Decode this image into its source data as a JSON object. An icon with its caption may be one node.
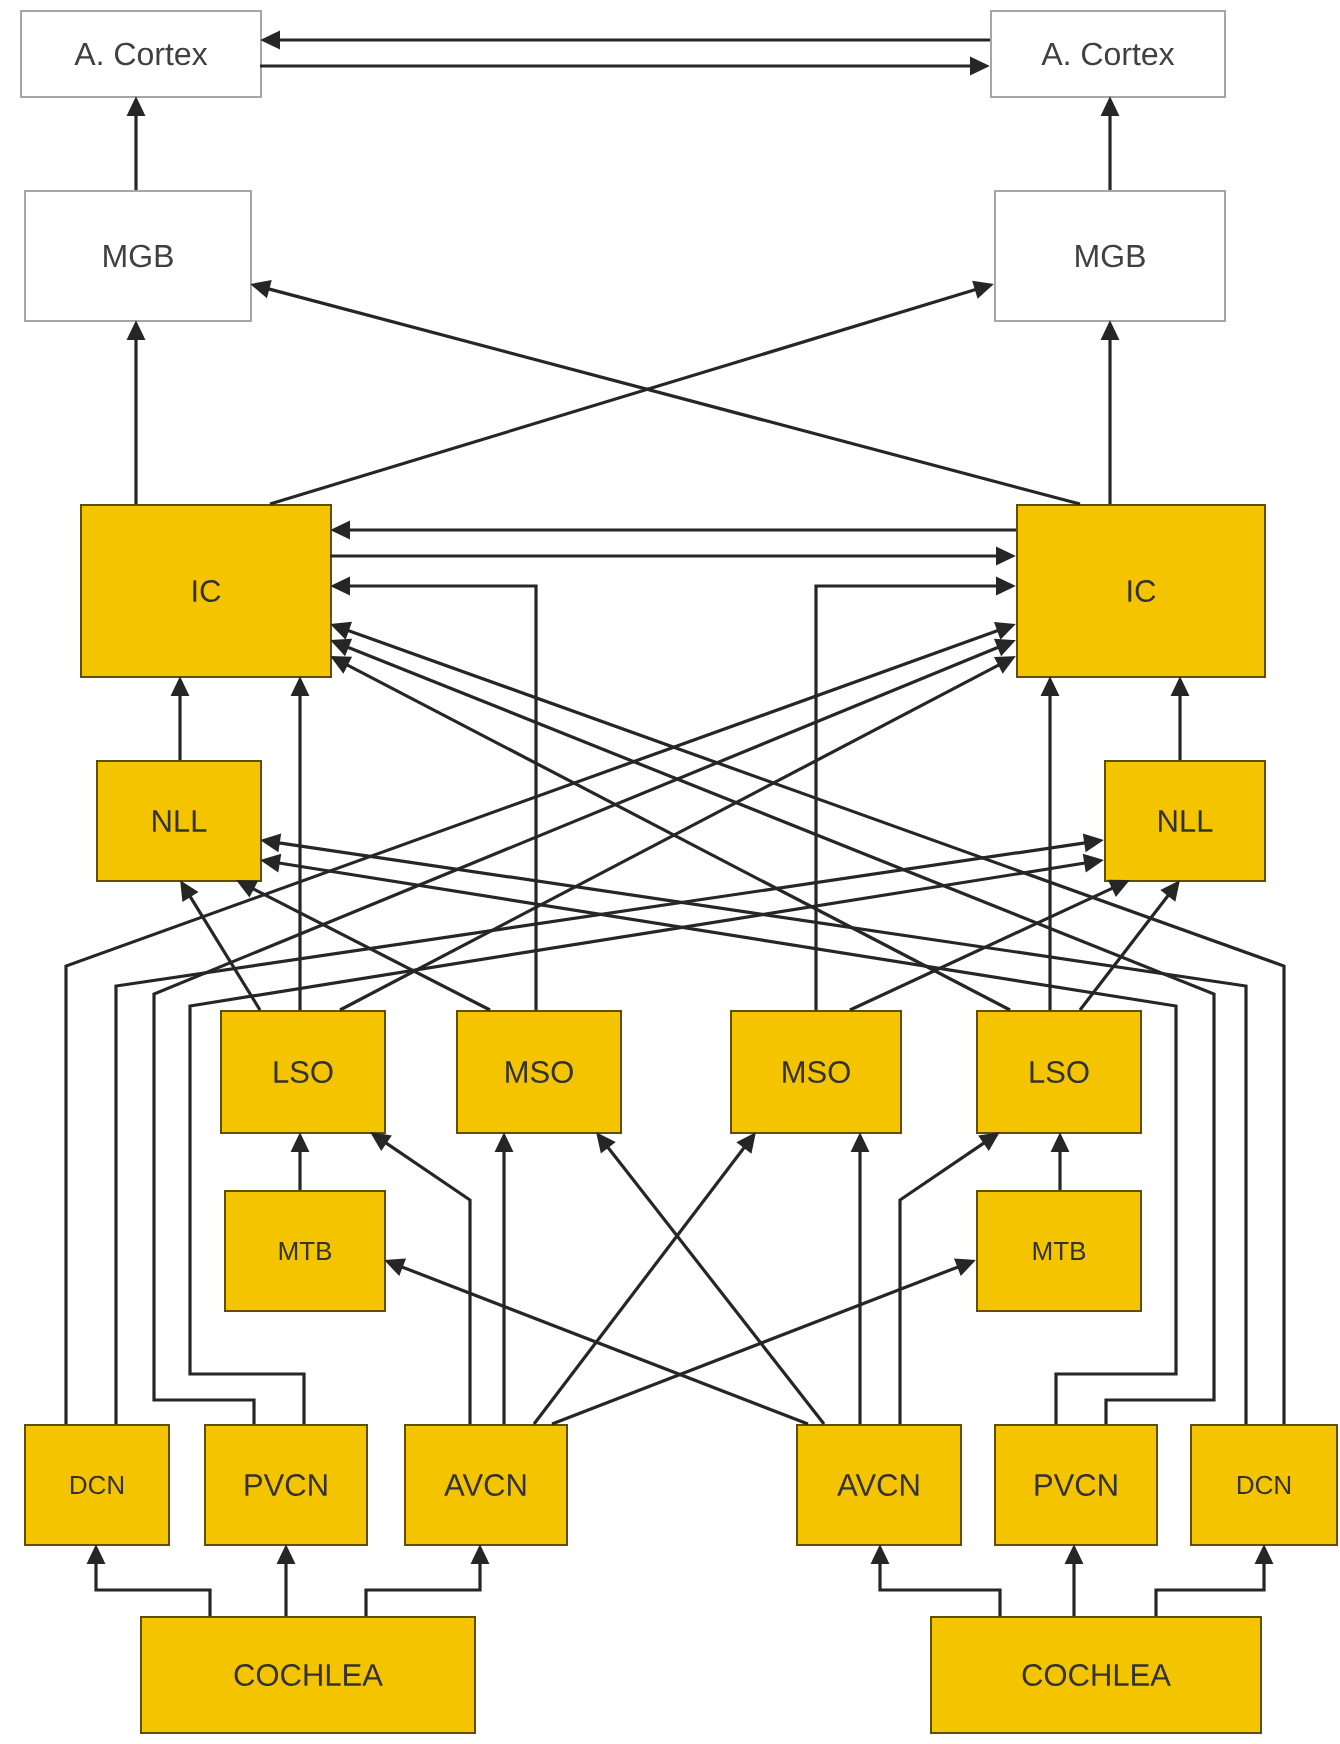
{
  "diagram": {
    "nodes": [
      {
        "text": [
          "A. Cortex"
        ]
      },
      {
        "text": [
          "A. Cortex"
        ]
      },
      {
        "text": [
          "MGB"
        ]
      },
      {
        "text": [
          "MGB"
        ]
      },
      {
        "text": [
          "IC"
        ]
      },
      {
        "text": [
          "IC"
        ]
      },
      {
        "text": [
          "NLL"
        ]
      },
      {
        "text": [
          "NLL"
        ]
      },
      {
        "text": [
          "LSO"
        ]
      },
      {
        "text": [
          "MSO"
        ]
      },
      {
        "text": [
          "MSO"
        ]
      },
      {
        "text": [
          "LSO"
        ]
      },
      {
        "text": [
          "MTB"
        ]
      },
      {
        "text": [
          "MTB"
        ]
      },
      {
        "text": [
          "DCN"
        ]
      },
      {
        "text": [
          "PVCN"
        ]
      },
      {
        "text": [
          "AVCN"
        ]
      },
      {
        "text": [
          "AVCN"
        ]
      },
      {
        "text": [
          "PVCN"
        ]
      },
      {
        "text": [
          "DCN"
        ]
      },
      {
        "text": [
          "COCHLEA"
        ]
      },
      {
        "text": [
          "COCHLEA"
        ]
      }
    ],
    "edges": [
      {
        "from": 1,
        "to": 0,
        "arrow": "to"
      },
      {
        "from": 0,
        "to": 1,
        "arrow": "to"
      },
      {
        "from": 2,
        "to": 0,
        "arrow": "to"
      },
      {
        "from": 3,
        "to": 1,
        "arrow": "to"
      },
      {
        "from": 4,
        "to": 2,
        "arrow": "to"
      },
      {
        "from": 5,
        "to": 3,
        "arrow": "to"
      },
      {
        "from": 4,
        "to": 3,
        "arrow": "to"
      },
      {
        "from": 5,
        "to": 2,
        "arrow": "to"
      },
      {
        "from": 5,
        "to": 4,
        "arrow": "to"
      },
      {
        "from": 4,
        "to": 5,
        "arrow": "to"
      },
      {
        "from": 6,
        "to": 4,
        "arrow": "to"
      },
      {
        "from": 7,
        "to": 5,
        "arrow": "to"
      },
      {
        "from": 8,
        "to": 4,
        "arrow": "to"
      },
      {
        "from": 11,
        "to": 5,
        "arrow": "to"
      },
      {
        "from": 9,
        "to": 4,
        "arrow": "to"
      },
      {
        "from": 10,
        "to": 5,
        "arrow": "to"
      },
      {
        "from": 8,
        "to": 6,
        "arrow": "to"
      },
      {
        "from": 9,
        "to": 6,
        "arrow": "to"
      },
      {
        "from": 11,
        "to": 7,
        "arrow": "to"
      },
      {
        "from": 10,
        "to": 7,
        "arrow": "to"
      },
      {
        "from": 14,
        "to": 5,
        "arrow": "to"
      },
      {
        "from": 14,
        "to": 7,
        "arrow": "to"
      },
      {
        "from": 15,
        "to": 5,
        "arrow": "to"
      },
      {
        "from": 15,
        "to": 7,
        "arrow": "to"
      },
      {
        "from": 8,
        "to": 5,
        "arrow": "to"
      },
      {
        "from": 19,
        "to": 4,
        "arrow": "to"
      },
      {
        "from": 19,
        "to": 6,
        "arrow": "to"
      },
      {
        "from": 18,
        "to": 4,
        "arrow": "to"
      },
      {
        "from": 18,
        "to": 6,
        "arrow": "to"
      },
      {
        "from": 11,
        "to": 4,
        "arrow": "to"
      },
      {
        "from": 12,
        "to": 8,
        "arrow": "to"
      },
      {
        "from": 13,
        "to": 11,
        "arrow": "to"
      },
      {
        "from": 16,
        "to": 8,
        "arrow": "to"
      },
      {
        "from": 16,
        "to": 9,
        "arrow": "to"
      },
      {
        "from": 16,
        "to": 10,
        "arrow": "to"
      },
      {
        "from": 16,
        "to": 13,
        "arrow": "to"
      },
      {
        "from": 17,
        "to": 11,
        "arrow": "to"
      },
      {
        "from": 17,
        "to": 10,
        "arrow": "to"
      },
      {
        "from": 17,
        "to": 9,
        "arrow": "to"
      },
      {
        "from": 17,
        "to": 12,
        "arrow": "to"
      },
      {
        "from": 20,
        "to": 14,
        "arrow": "to"
      },
      {
        "from": 20,
        "to": 15,
        "arrow": "to"
      },
      {
        "from": 20,
        "to": 16,
        "arrow": "to"
      },
      {
        "from": 21,
        "to": 17,
        "arrow": "to"
      },
      {
        "from": 21,
        "to": 18,
        "arrow": "to"
      },
      {
        "from": 21,
        "to": 19,
        "arrow": "to"
      }
    ]
  }
}
